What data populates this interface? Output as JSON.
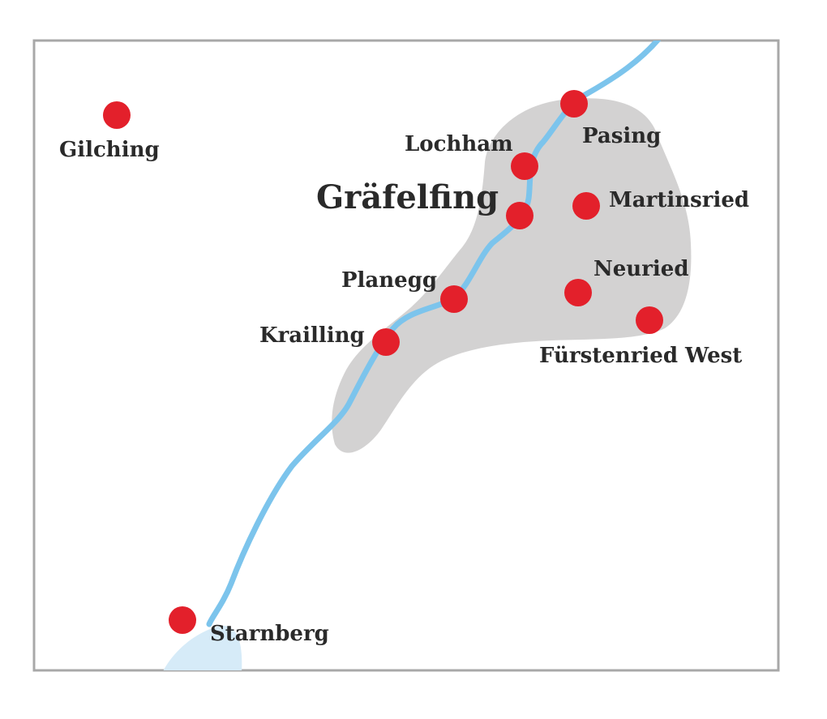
{
  "map": {
    "colors": {
      "background": "#ffffff",
      "frame": "#a8a8a8",
      "region": "#d3d2d2",
      "river": "#7cc4ec",
      "lake": "#d6ebf8",
      "marker": "#e3202b",
      "label": "#2a2a2a"
    },
    "highlighted_place": "Gräfelfing",
    "places": [
      {
        "id": "gilching",
        "name": "Gilching"
      },
      {
        "id": "pasing",
        "name": "Pasing"
      },
      {
        "id": "lochham",
        "name": "Lochham"
      },
      {
        "id": "graefelfing",
        "name": "Gräfelfing"
      },
      {
        "id": "martinsried",
        "name": "Martinsried"
      },
      {
        "id": "planegg",
        "name": "Planegg"
      },
      {
        "id": "neuried",
        "name": "Neuried"
      },
      {
        "id": "krailling",
        "name": "Krailling"
      },
      {
        "id": "fuerstenried-west",
        "name": "Fürstenried West"
      },
      {
        "id": "starnberg",
        "name": "Starnberg"
      }
    ]
  }
}
